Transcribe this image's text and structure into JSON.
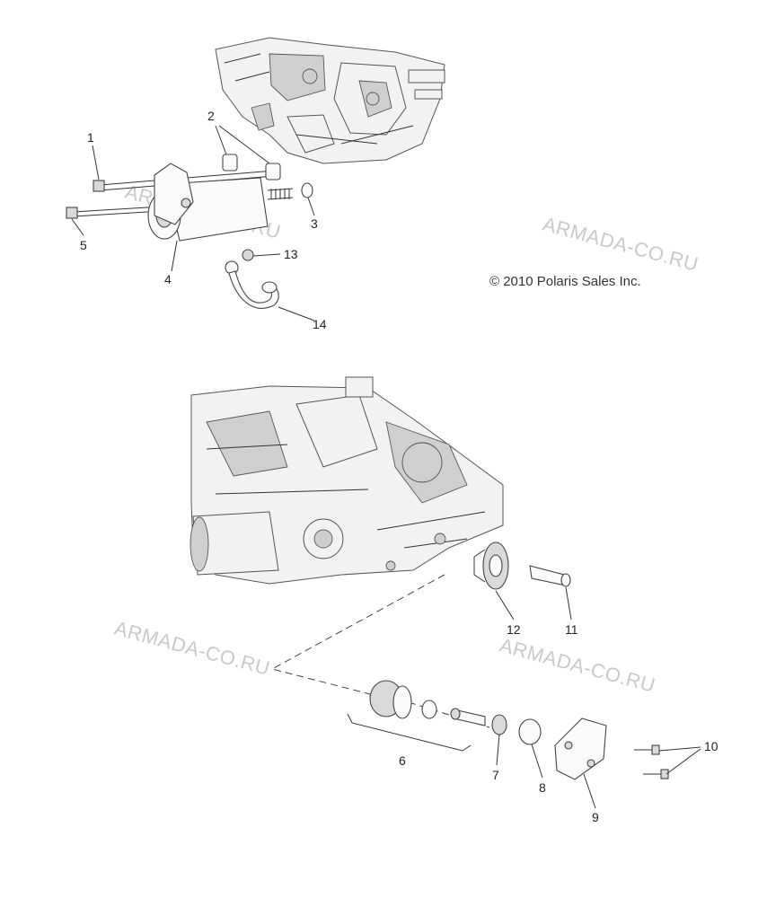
{
  "copyright": "© 2010 Polaris Sales Inc.",
  "watermarks": [
    "ARMADA-CO.RU",
    "ARMADA-CO.RU",
    "ARMADA-CO.RU",
    "ARMADA-CO.RU",
    "ARMADA-CO.RU"
  ],
  "callouts": [
    "1",
    "2",
    "3",
    "4",
    "5",
    "6",
    "7",
    "8",
    "9",
    "10",
    "11",
    "12",
    "13",
    "14"
  ],
  "colors": {
    "line": "#333333",
    "watermark": "#c9c9c9",
    "background": "#ffffff"
  }
}
